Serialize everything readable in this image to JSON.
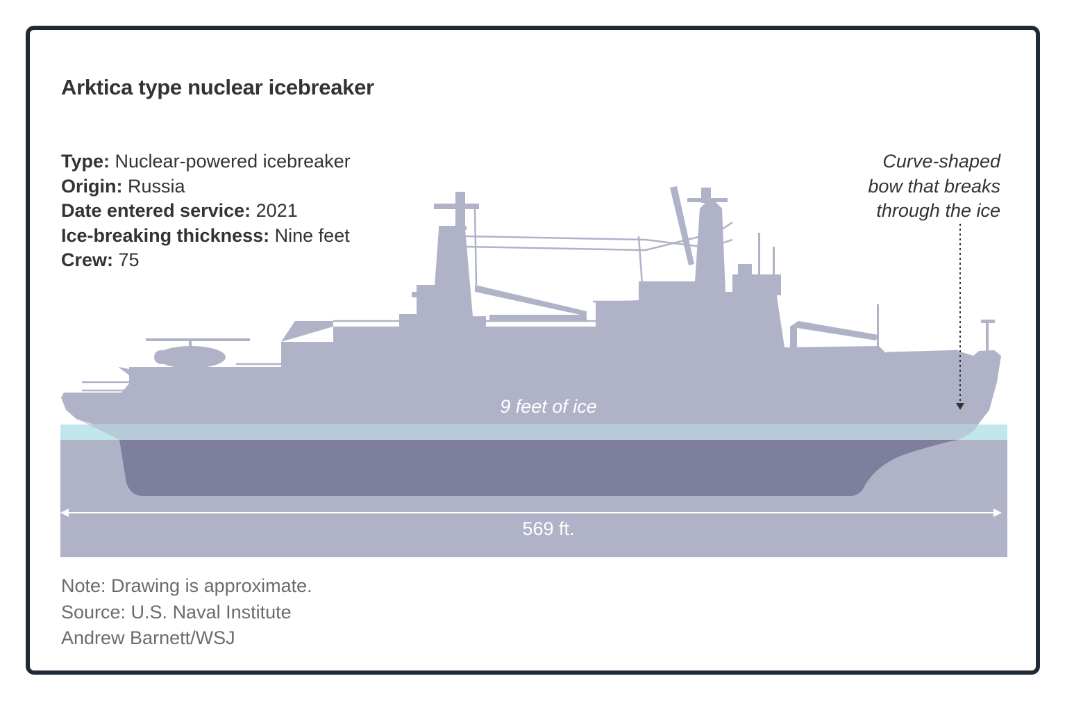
{
  "title": "Arktica type nuclear icebreaker",
  "specs": [
    {
      "key": "Type:",
      "value": "Nuclear-powered icebreaker"
    },
    {
      "key": "Origin:",
      "value": "Russia"
    },
    {
      "key": "Date entered service:",
      "value": "2021"
    },
    {
      "key": "Ice-breaking thickness:",
      "value": "Nine feet"
    },
    {
      "key": "Crew:",
      "value": "75"
    }
  ],
  "bow_annotation": [
    "Curve-shaped",
    "bow that breaks",
    "through the ice"
  ],
  "ice_label": "9 feet of ice",
  "length_label": "569 ft.",
  "footer": {
    "note": "Note: Drawing is approximate.",
    "source": "Source: U.S. Naval Institute",
    "credit": "Andrew Barnett/WSJ"
  },
  "colors": {
    "frame": "#1f2a37",
    "ship": "#b0b2c8",
    "water": "#b0b2c8",
    "hull_underwater": "#7d7f9c",
    "ice": "#bce4ea",
    "text": "#333333",
    "muted_text": "#6b6b6b"
  }
}
